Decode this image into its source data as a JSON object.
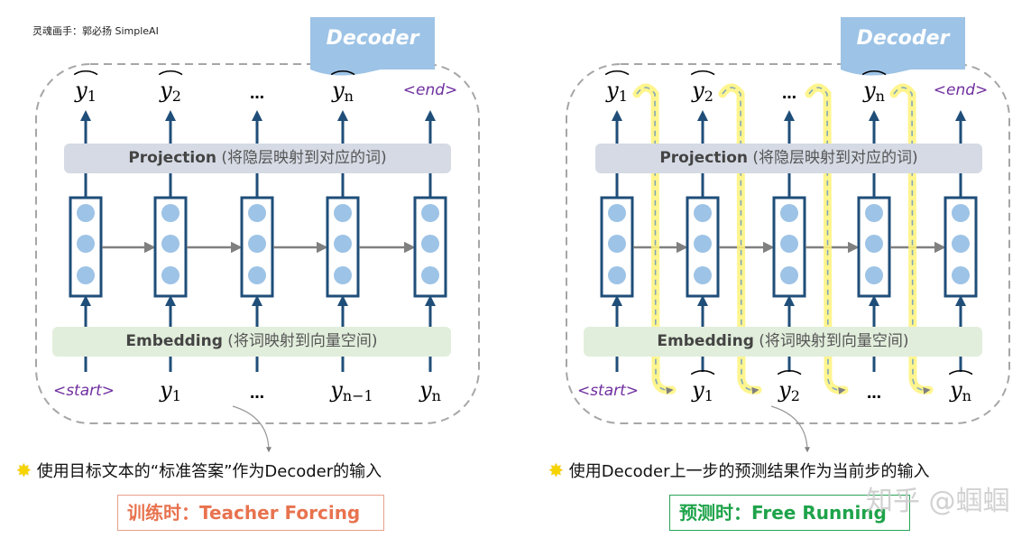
{
  "credit": "灵魂画手：郭必扬  SimpleAI",
  "watermark": "知乎 @蝈蝈",
  "panels": [
    {
      "id": "teacher-forcing",
      "tag": "Decoder",
      "projection": {
        "bold": "Projection",
        "text": " (将隐层映射到对应的词)"
      },
      "embedding": {
        "bold": "Embedding",
        "text": " (将词映射到向量空间)"
      },
      "outputs": [
        "ŷ1",
        "ŷ2",
        "…",
        "ŷn",
        "<end>"
      ],
      "inputs": [
        "<start>",
        "y1",
        "…",
        "yn−1",
        "yn"
      ],
      "note": "使用目标文本的“标准答案”作为Decoder的输入",
      "mode": "训练时：Teacher Forcing",
      "mode_color": "#e8734f"
    },
    {
      "id": "free-running",
      "tag": "Decoder",
      "projection": {
        "bold": "Projection",
        "text": " (将隐层映射到对应的词)"
      },
      "embedding": {
        "bold": "Embedding",
        "text": " (将词映射到向量空间)"
      },
      "outputs": [
        "ŷ1",
        "ŷ2",
        "…",
        "ŷn",
        "<end>"
      ],
      "inputs": [
        "<start>",
        "ŷ1",
        "ŷ2",
        "…",
        "ŷn"
      ],
      "note": "使用Decoder上一步的预测结果作为当前步的输入",
      "mode": "预测时：Free Running",
      "mode_color": "#1ea34a"
    }
  ],
  "colors": {
    "cell_border": "#1f4e79",
    "node": "#9dc3e6",
    "arrow": "#808080",
    "highlight": "#fff37a",
    "end_start": "#7030a0"
  }
}
